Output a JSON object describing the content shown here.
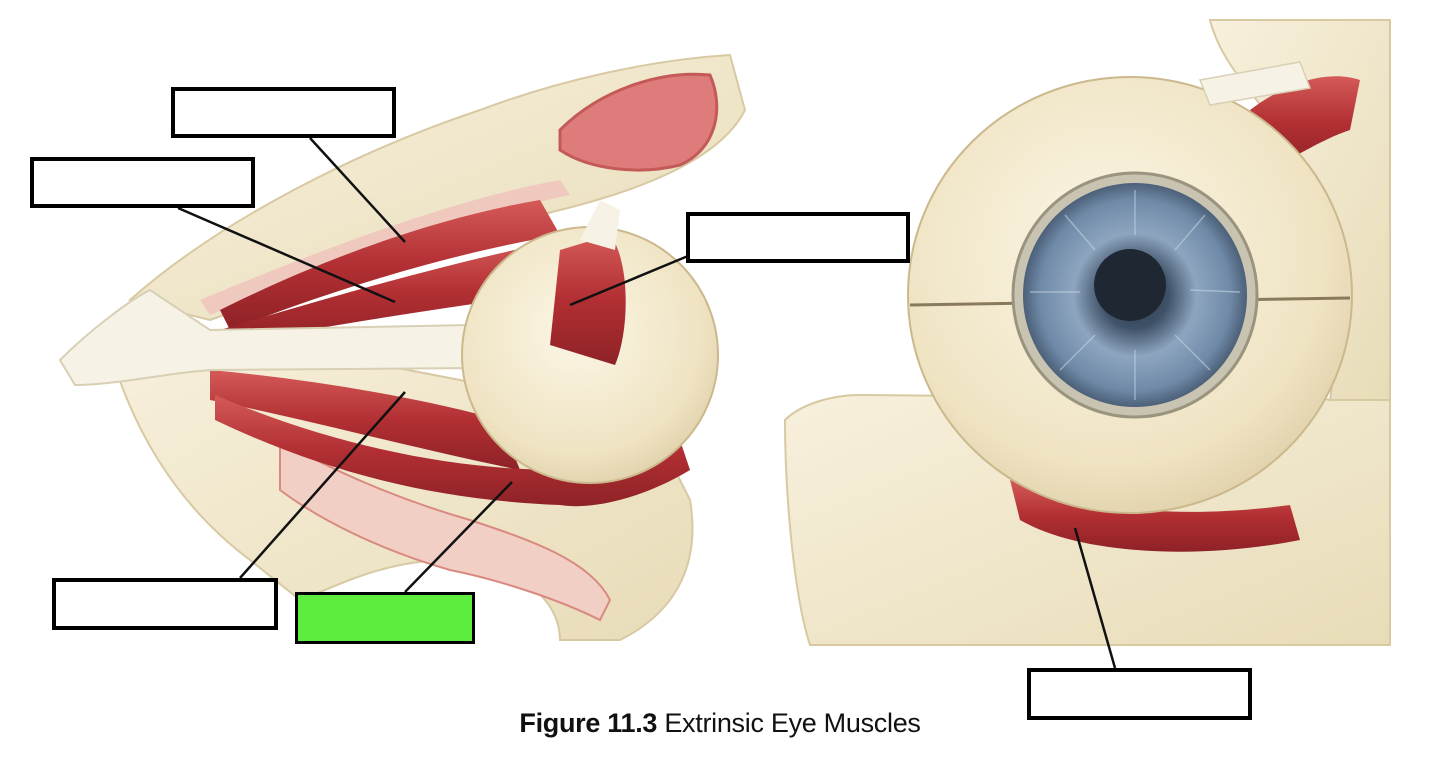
{
  "caption": {
    "figure_number": "Figure 11.3",
    "title": "Extrinsic Eye Muscles"
  },
  "label_boxes": [
    {
      "id": "upper-top",
      "text": ""
    },
    {
      "id": "upper-left",
      "text": ""
    },
    {
      "id": "upper-middle",
      "text": ""
    },
    {
      "id": "lower-left",
      "text": ""
    },
    {
      "id": "lower-highlighted",
      "text": "",
      "highlighted": true
    },
    {
      "id": "lower-right",
      "text": ""
    }
  ],
  "colors": {
    "highlight_box": "#5ded3e",
    "muscle_red": "#b8383a",
    "bone_cream": "#f3ead2",
    "iris_blue": "#6f8aa8"
  }
}
